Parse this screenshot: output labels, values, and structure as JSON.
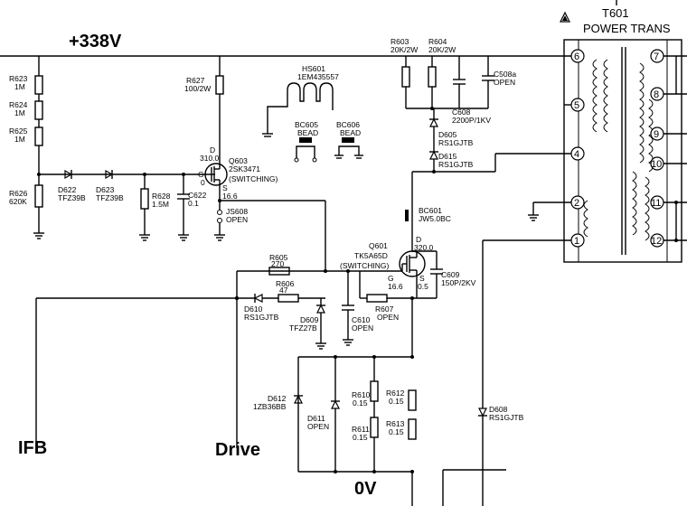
{
  "rail_labels": {
    "hv": "+338V",
    "ifb": "IFB",
    "drive": "Drive",
    "gnd": "0V"
  },
  "transformer": {
    "ref": "T601",
    "name": "POWER TRANS",
    "pins": [
      "1",
      "2",
      "4",
      "5",
      "6",
      "7",
      "8",
      "9",
      "10",
      "11",
      "12"
    ]
  },
  "resistors": [
    {
      "ref": "R623",
      "value": "1M"
    },
    {
      "ref": "R624",
      "value": "1M"
    },
    {
      "ref": "R625",
      "value": "1M"
    },
    {
      "ref": "R626",
      "value": "620K"
    },
    {
      "ref": "R627",
      "value": "100/2W"
    },
    {
      "ref": "R628",
      "value": "1.5M"
    },
    {
      "ref": "R603",
      "value": "20K/2W"
    },
    {
      "ref": "R604",
      "value": "20K/2W"
    },
    {
      "ref": "R605",
      "value": "270"
    },
    {
      "ref": "R606",
      "value": "47"
    },
    {
      "ref": "R607",
      "value": "OPEN"
    },
    {
      "ref": "R610",
      "value": "0.15"
    },
    {
      "ref": "R611",
      "value": "0.15"
    },
    {
      "ref": "R612",
      "value": "0.15"
    },
    {
      "ref": "R613",
      "value": "0.15"
    }
  ],
  "capacitors": [
    {
      "ref": "C622",
      "value": "0.1"
    },
    {
      "ref": "C508a",
      "value": "OPEN"
    },
    {
      "ref": "C608",
      "value": "2200P/1KV"
    },
    {
      "ref": "C609",
      "value": "150P/2KV"
    },
    {
      "ref": "C610",
      "value": "OPEN"
    }
  ],
  "diodes": [
    {
      "ref": "D622",
      "value": "TFZ39B"
    },
    {
      "ref": "D623",
      "value": "TFZ39B"
    },
    {
      "ref": "D605",
      "value": "RS1GJTB"
    },
    {
      "ref": "D615",
      "value": "RS1GJTB"
    },
    {
      "ref": "D610",
      "value": "RS1GJTB"
    },
    {
      "ref": "D609",
      "value": "TFZ27B"
    },
    {
      "ref": "D612",
      "value": "1ZB36BB"
    },
    {
      "ref": "D611",
      "value": "OPEN"
    },
    {
      "ref": "D608",
      "value": "RS1GJTB"
    }
  ],
  "transistors": [
    {
      "ref": "Q603",
      "part": "2SK3471",
      "mode": "(SWITCHING)",
      "d_pin": "D",
      "d_volt": "310.0",
      "g_pin": "G",
      "g_volt": "0",
      "s_pin": "S",
      "s_volt": "16.6"
    },
    {
      "ref": "Q601",
      "part": "TK5A65D",
      "mode": "(SWITCHING)",
      "d_pin": "D",
      "d_volt": "320.0",
      "g_pin": "G",
      "g_volt": "16.6",
      "s_pin": "S",
      "s_volt": "0.5"
    }
  ],
  "other_parts": [
    {
      "ref": "HS601",
      "value": "1EM435557"
    },
    {
      "ref": "BC605",
      "value": "BEAD"
    },
    {
      "ref": "BC606",
      "value": "BEAD"
    },
    {
      "ref": "BC601",
      "value": "JW5.0BC"
    },
    {
      "ref": "JS608",
      "value": "OPEN"
    }
  ]
}
